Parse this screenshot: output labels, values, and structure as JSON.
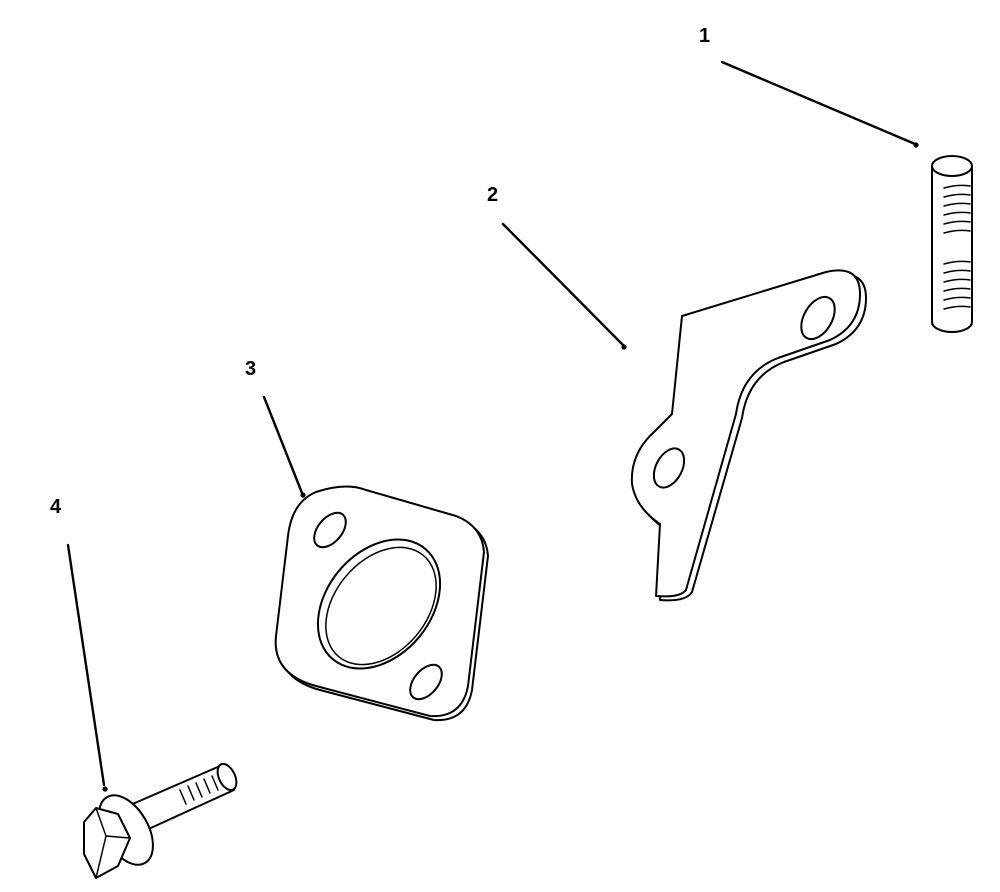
{
  "callouts": [
    {
      "number": "1",
      "part": "dowel-pin"
    },
    {
      "number": "2",
      "part": "bracket"
    },
    {
      "number": "3",
      "part": "flange-gasket"
    },
    {
      "number": "4",
      "part": "flange-bolt"
    }
  ],
  "colors": {
    "ink": "#000000",
    "background": "#ffffff"
  }
}
